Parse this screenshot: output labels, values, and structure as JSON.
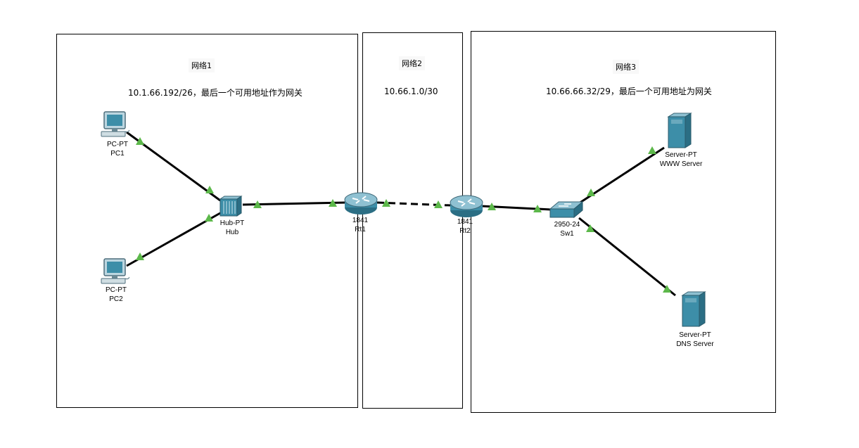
{
  "networks": [
    {
      "label": "网络1",
      "subnet": "10.1.66.192/26，最后一个可用地址作为网关"
    },
    {
      "label": "网络2",
      "subnet": "10.66.1.0/30"
    },
    {
      "label": "网络3",
      "subnet": "10.66.66.32/29，最后一个可用地址为网关"
    }
  ],
  "devices": {
    "pc1": {
      "model": "PC-PT",
      "name": "PC1"
    },
    "pc2": {
      "model": "PC-PT",
      "name": "PC2"
    },
    "hub": {
      "model": "Hub-PT",
      "name": "Hub"
    },
    "rt1": {
      "model": "1841",
      "name": "Rt1"
    },
    "rt2": {
      "model": "1841",
      "name": "Rt2"
    },
    "sw1": {
      "model": "2950-24",
      "name": "Sw1"
    },
    "www": {
      "model": "Server-PT",
      "name": "WWW Server"
    },
    "dns": {
      "model": "Server-PT",
      "name": "DNS Server"
    }
  },
  "links": [
    {
      "from": "pc1",
      "to": "hub",
      "style": "solid"
    },
    {
      "from": "pc2",
      "to": "hub",
      "style": "solid"
    },
    {
      "from": "hub",
      "to": "rt1",
      "style": "solid"
    },
    {
      "from": "rt1",
      "to": "rt2",
      "style": "dashed"
    },
    {
      "from": "rt2",
      "to": "sw1",
      "style": "solid"
    },
    {
      "from": "sw1",
      "to": "www",
      "style": "solid"
    },
    {
      "from": "sw1",
      "to": "dns",
      "style": "solid"
    }
  ],
  "colors": {
    "link_up": "#5cb84a",
    "device": "#3d8ea8",
    "cable": "#000000"
  }
}
